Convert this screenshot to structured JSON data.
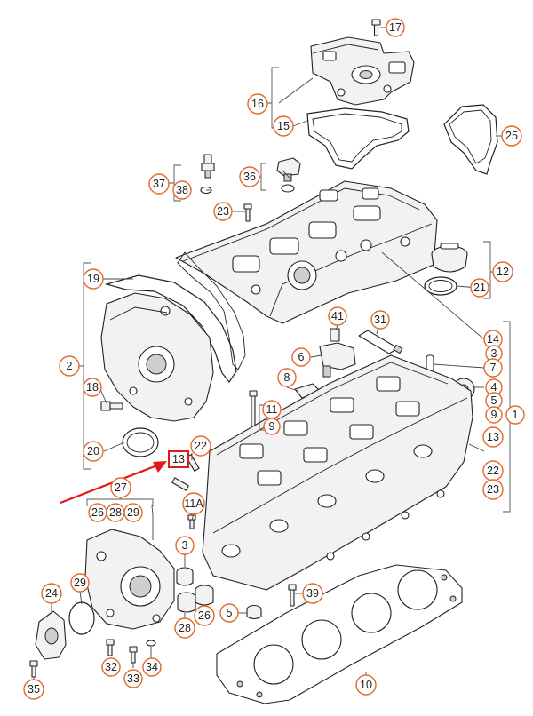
{
  "colors": {
    "callout_ring": "#e06a2c",
    "highlight": "#e0191b",
    "line": "#222222",
    "background": "#ffffff"
  },
  "callouts": {
    "c17": "17",
    "c16": "16",
    "c15": "15",
    "c25": "25",
    "c37": "37",
    "c38": "38",
    "c36": "36",
    "c23a": "23",
    "c12": "12",
    "c21": "21",
    "c19": "19",
    "c41": "41",
    "c31": "31",
    "c14": "14",
    "c3a": "3",
    "c7": "7",
    "c4": "4",
    "c5a": "5",
    "c9a": "9",
    "c1": "1",
    "c6": "6",
    "c2": "2",
    "c8": "8",
    "c18": "18",
    "c11": "11",
    "c9b": "9",
    "c13b": "13",
    "c20": "20",
    "c22a": "22",
    "c22b": "22",
    "c23b": "23",
    "c27": "27",
    "c26a": "26",
    "c28a": "28",
    "c29a": "29",
    "c11a": "11A",
    "c3b": "3",
    "c24": "24",
    "c29b": "29",
    "c39": "39",
    "c5b": "5",
    "c26b": "26",
    "c28b": "28",
    "c32": "32",
    "c33": "33",
    "c34": "34",
    "c35": "35",
    "c10": "10"
  },
  "highlighted_label": "13"
}
